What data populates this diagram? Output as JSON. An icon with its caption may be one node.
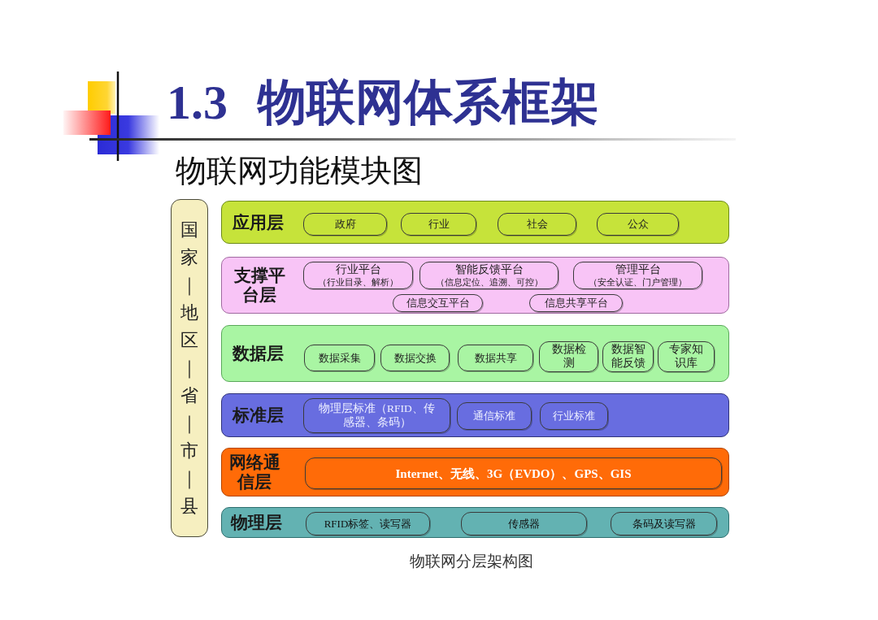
{
  "diagram": {
    "title": "1.3 物联网体系框架",
    "caption": "物联网分层架构图",
    "nodes": [
      {
        "text": [
          "国家｜地区｜省｜市｜县"
        ]
      },
      {
        "text": [
          "应用层"
        ]
      },
      {
        "text": [
          "政府"
        ],
        "in": 1
      },
      {
        "text": [
          "行业"
        ],
        "in": 1
      },
      {
        "text": [
          "社会"
        ],
        "in": 1
      },
      {
        "text": [
          "公众"
        ],
        "in": 1
      },
      {
        "text": [
          "支撑平台层"
        ]
      },
      {
        "text": [
          "行业平台",
          "（行业目录、解析）"
        ],
        "in": 6
      },
      {
        "text": [
          "智能反馈平台",
          "（信息定位、追溯、可控）"
        ],
        "in": 6
      },
      {
        "text": [
          "管理平台",
          "（安全认证、门户管理）"
        ],
        "in": 6
      },
      {
        "text": [
          "信息交互平台"
        ],
        "in": 6
      },
      {
        "text": [
          "信息共享平台"
        ],
        "in": 6
      },
      {
        "text": [
          "数据层"
        ]
      },
      {
        "text": [
          "数据采集"
        ],
        "in": 12
      },
      {
        "text": [
          "数据交换"
        ],
        "in": 12
      },
      {
        "text": [
          "数据共享"
        ],
        "in": 12
      },
      {
        "text": [
          "数据检测"
        ],
        "in": 12
      },
      {
        "text": [
          "数据智能反馈"
        ],
        "in": 12
      },
      {
        "text": [
          "专家知识库"
        ],
        "in": 12
      },
      {
        "text": [
          "标准层"
        ]
      },
      {
        "text": [
          "物理层标准（RFID、传感器、条码）"
        ],
        "in": 19
      },
      {
        "text": [
          "通信标准"
        ],
        "in": 19
      },
      {
        "text": [
          "行业标准"
        ],
        "in": 19
      },
      {
        "text": [
          "网络通信层"
        ]
      },
      {
        "text": [
          "Internet、无线、3G（EVDO）、GPS、GIS"
        ],
        "in": 23
      },
      {
        "text": [
          "物理层"
        ]
      },
      {
        "text": [
          "RFID标签、读写器"
        ],
        "in": 25
      },
      {
        "text": [
          "传感器"
        ],
        "in": 25
      },
      {
        "text": [
          "条码及读写器"
        ],
        "in": 25
      }
    ],
    "labels": [
      "物联网功能模块图"
    ]
  }
}
